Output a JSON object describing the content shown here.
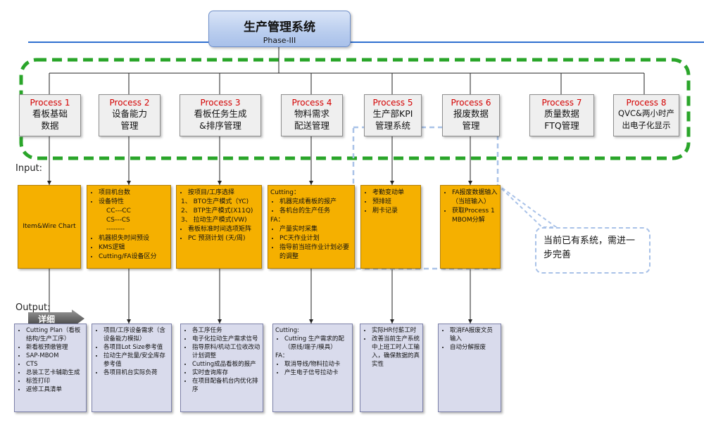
{
  "title": {
    "main": "生产管理系统",
    "sub": "Phase-III"
  },
  "labels": {
    "input": "Input:",
    "output": "Output:",
    "detail": "详细"
  },
  "processes": [
    {
      "num": "Process 1",
      "desc": "看板基础\n数据"
    },
    {
      "num": "Process 2",
      "desc": "设备能力\n管理"
    },
    {
      "num": "Process 3",
      "desc": "看板任务生成\n&排序管理"
    },
    {
      "num": "Process 4",
      "desc": "物料需求\n配送管理"
    },
    {
      "num": "Process 5",
      "desc": "生产部KPI\n管理系统"
    },
    {
      "num": "Process 6",
      "desc": "报废数据\n管理"
    },
    {
      "num": "Process 7",
      "desc": "质量数据\nFTQ管理"
    },
    {
      "num": "Process 8",
      "desc": "QVC&两小时产\n出电子化显示"
    }
  ],
  "inputs": {
    "p1": "Item&Wire Chart",
    "p2": [
      "项目机台数",
      "设备特性",
      "CC---CC",
      "CS---CS",
      "--------",
      "机器损失时间预设",
      "KMS逻辑",
      "Cutting/FA设备区分"
    ],
    "p3": [
      "按项目/工序选择",
      "1、 BTO生产模式（YC)",
      "2、 BTP生产模式(X11Q)",
      "3、 拉动生产模式(VW)",
      "看板标准时间选项矩阵",
      "PC 预测计划 (天/周)"
    ],
    "p4": {
      "h1": "Cutting：",
      "a": [
        "机器完成看板的报产",
        "各机台的生产任务"
      ],
      "h2": "FA：",
      "b": [
        "产量实时采集",
        "PC天作业计划",
        "指导前当班作业计划必要的调整"
      ]
    },
    "p5": [
      "考勤变动单",
      "预排班",
      "刷卡记录"
    ],
    "p6": [
      "FA报废数据输入（当班输入）",
      "获取Process 1 MBOM分解"
    ]
  },
  "outputs": {
    "p1": [
      "Cutting Plan（看板结构/生产工序）",
      "新看板预缴管理",
      "SAP-MBOM",
      "CTS",
      "总装工艺卡辅助生成",
      "标签打印",
      "返修工具清单"
    ],
    "p2": [
      "项目/工序设备需求（含设备能力模拟）",
      "各项目Lot Size参考值",
      "拉动生产批量/安全库存参考值",
      "各项目机台实际负荷"
    ],
    "p3": [
      "各工序任务",
      "电子化拉动生产需求信号",
      "指导原料/机动工位收改动计划调整",
      "Cutting成品看板的报产",
      "实时查询库存",
      "在项目配备机台内优化排序"
    ],
    "p4": {
      "h1": "Cutting:",
      "a": [
        "Cutting 生产需求的配（原线/端子/模具）"
      ],
      "h2": "FA：",
      "b": [
        "取消导线/物料拉动卡",
        "产生电子信号拉动卡"
      ]
    },
    "p5": [
      "实际HR付薪工时",
      "改善当前生产系统中上班工时人工输入，确保数据的真实性"
    ],
    "p6": [
      "取消FA报废文员输入",
      "自动分解报废"
    ]
  },
  "callout": "当前已有系统，需进一步完善",
  "colors": {
    "process_red": "#d40000",
    "input_fill": "#f5b000",
    "output_fill": "#d9dbec",
    "dashed_green": "#2aa52a",
    "callout_dash": "#a9c2e8"
  }
}
